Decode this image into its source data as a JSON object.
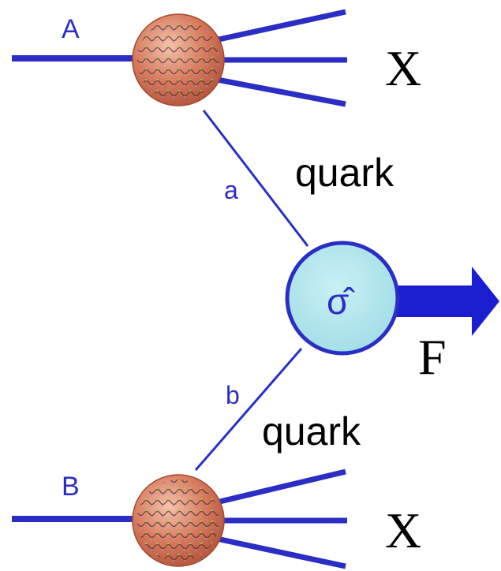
{
  "labels": {
    "A": "A",
    "B": "B",
    "a": "a",
    "b": "b",
    "x_top": "X",
    "x_bottom": "X",
    "quark_top": "quark",
    "quark_bottom": "quark",
    "sigma_hat": "σ̂",
    "F": "F"
  },
  "colors": {
    "line": "#2b2ec4",
    "label_blue": "#2b2ec4",
    "hadron_fill": "#c8644a",
    "hadron_light": "#f2b59a",
    "vertex_fill": "#a9e3ea",
    "vertex_stroke": "#2b2ec4",
    "arrow": "#1a1ed0",
    "text_black": "#000000"
  }
}
